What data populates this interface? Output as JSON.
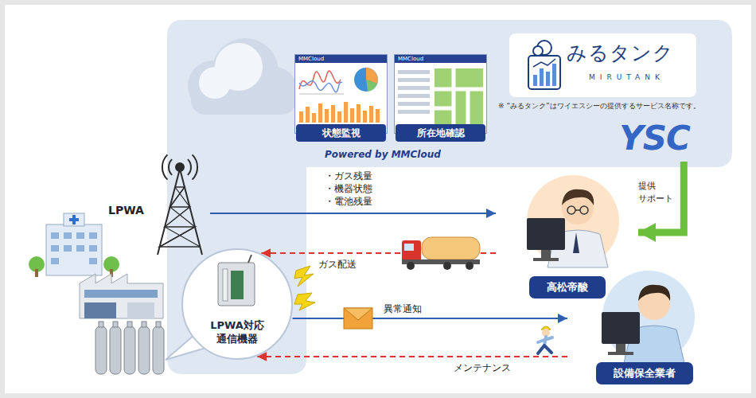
{
  "diagram": {
    "nodes": [
      {
        "text": [
          "MMCloud",
          "状態監視"
        ]
      },
      {
        "text": [
          "MMCloud",
          "所在地確認"
        ]
      },
      {
        "text": [
          "みるタンク",
          "MIRUTANK"
        ]
      },
      {
        "text": [
          "YSC"
        ]
      },
      {
        "text": [
          "LPWA"
        ]
      },
      {
        "text": [
          "高松帝酸"
        ]
      },
      {
        "text": [
          "LPWA対応 通信機器"
        ]
      },
      {
        "text": [
          "設備保全業者"
        ]
      }
    ],
    "edges": [
      {
        "from": 4,
        "to": 5,
        "arrow": "to",
        "label": "・ガス残量 ・機器状態 ・電池残量"
      },
      {
        "from": 3,
        "to": 5,
        "arrow": "to",
        "label": "提供 サポート"
      },
      {
        "from": 5,
        "to": 6,
        "arrow": "to",
        "label": "ガス配送"
      },
      {
        "from": 6,
        "to": 7,
        "arrow": "to",
        "label": "異常通知"
      },
      {
        "from": 7,
        "to": 6,
        "arrow": "to",
        "label": "メンテナンス"
      }
    ],
    "labels": [
      "Powered by MMCloud",
      "※ “みるタンク”はワイエスシーの提供するサービス名称です。"
    ]
  }
}
